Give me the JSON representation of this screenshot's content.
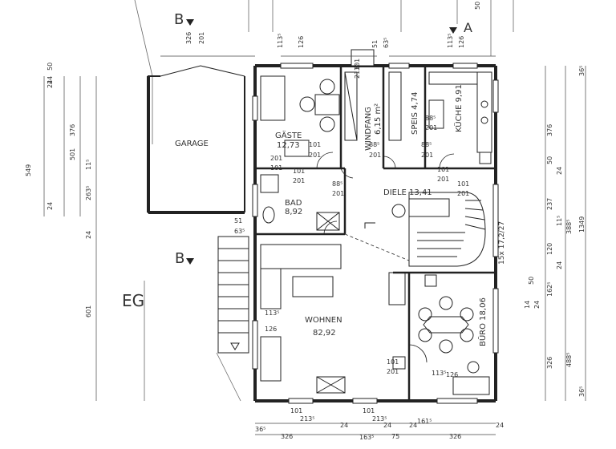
{
  "floor_label": "EG",
  "section_marks": {
    "b_top": "B",
    "b_bottom": "B",
    "a": "A"
  },
  "rooms": {
    "garage": "GARAGE",
    "gaeste": "GÄSTE",
    "gaeste_area": "12,73",
    "windfang": "WINDFANG",
    "windfang_area": "6,15 m²",
    "speis": "SPEIS 4,74",
    "kueche": "KÜCHE 9,91",
    "bad": "BAD",
    "bad_area": "8,92",
    "diele": "DIELE 13,41",
    "wohnen": "WOHNEN",
    "wohnen_area": "82,92",
    "buero": "BÜRO 18,06"
  },
  "stair_label": "15x 17,2/27",
  "dims_top": [
    "326",
    "201",
    "113⁵",
    "126",
    "51",
    "63⁵",
    "113⁵",
    "126",
    "213⁵",
    "101",
    "50"
  ],
  "dims_interior": [
    "101",
    "201",
    "101",
    "201",
    "88⁵",
    "201",
    "88⁵",
    "201",
    "101",
    "201",
    "88⁵",
    "201",
    "88⁵",
    "201",
    "101",
    "201",
    "101",
    "201",
    "51",
    "63⁵",
    "113⁵",
    "126",
    "101",
    "201",
    "113⁵",
    "126"
  ],
  "dims_left": [
    "549",
    "24",
    "50",
    "24",
    "376",
    "501",
    "11⁵",
    "263⁵",
    "24",
    "24",
    "601"
  ],
  "dims_right": [
    "36⁵",
    "376",
    "50",
    "24",
    "237",
    "11⁵",
    "388⁵",
    "1349",
    "120",
    "24",
    "50",
    "162⁵",
    "14",
    "24",
    "326",
    "488⁵",
    "36⁵"
  ],
  "dims_bottom": [
    "36⁵",
    "326",
    "24",
    "163⁵",
    "24",
    "75",
    "24",
    "161⁵",
    "326",
    "24",
    "101",
    "213⁵",
    "101",
    "213⁵"
  ]
}
